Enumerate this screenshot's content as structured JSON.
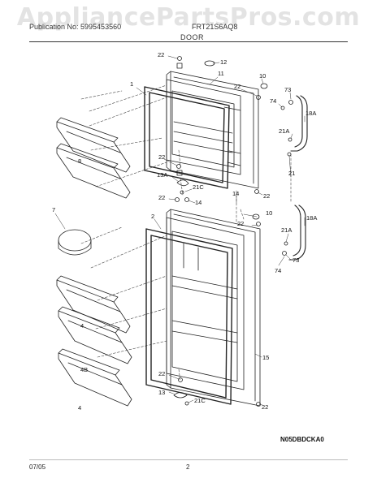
{
  "watermark": "AppliancePartsPros.com",
  "header": {
    "publication": "Publication No: 5995453560",
    "model": "FRT21S6AQ8",
    "section": "DOOR"
  },
  "callouts": {
    "c22a": "22",
    "c12": "12",
    "c11": "11",
    "c1": "1",
    "c22b": "22",
    "c10a": "10",
    "c73a": "73",
    "c74a": "74",
    "c18Aa": "18A",
    "c8": "8",
    "c21Aa": "21A",
    "c22c": "22",
    "c13A": "13A",
    "c21Ca": "21C",
    "c21": "21",
    "c22d": "22",
    "c14a": "14",
    "c14b": "14",
    "c22e": "22",
    "c10b": "10",
    "c2": "2",
    "c7": "7",
    "c18Ab": "18A",
    "c22f": "22",
    "c21Ab": "21A",
    "c73b": "73",
    "c74b": "74",
    "c4a": "4",
    "c15": "15",
    "c4B": "4B",
    "c22g": "22",
    "c13": "13",
    "c21Cb": "21C",
    "c22h": "22",
    "c4b": "4"
  },
  "drawing_code": "N05DBDCKA0",
  "footer": {
    "date": "07/05",
    "page": "2"
  }
}
